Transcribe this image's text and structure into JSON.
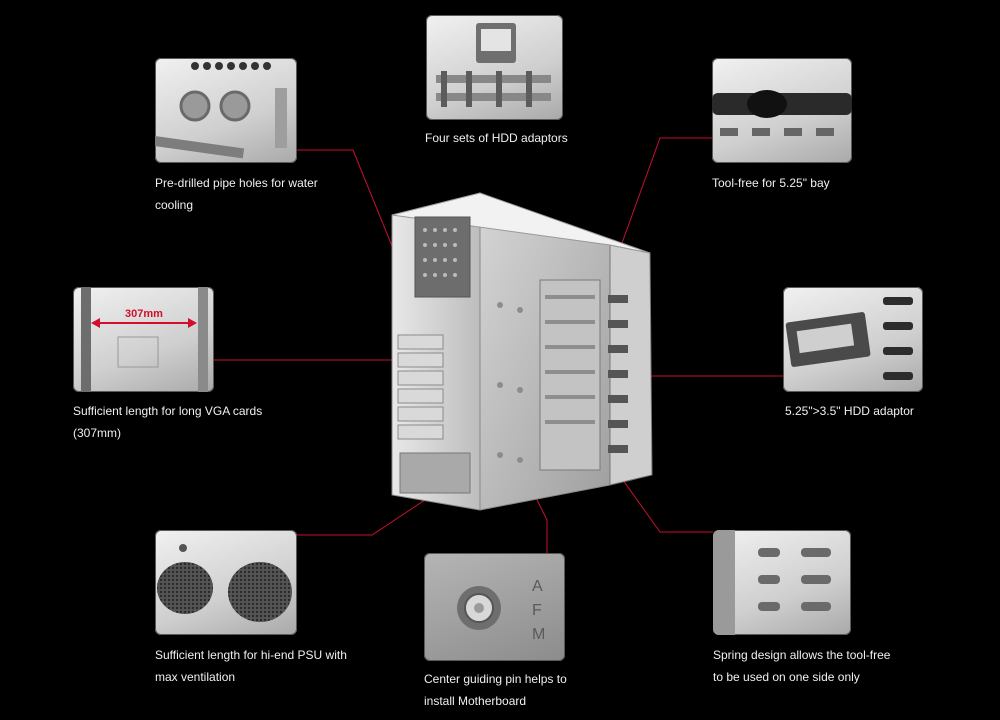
{
  "features": [
    {
      "id": "hdd-adaptors",
      "lines": [
        "Four sets of HDD adaptors"
      ]
    },
    {
      "id": "pipe-holes",
      "lines": [
        "Pre-drilled pipe holes for water",
        "cooling"
      ]
    },
    {
      "id": "tool-free-bay",
      "lines": [
        "Tool-free for 5.25\" bay"
      ]
    },
    {
      "id": "vga-length",
      "lines": [
        "Sufficient length for long VGA cards",
        "(307mm)"
      ],
      "measure_label": "307mm"
    },
    {
      "id": "hdd-525-adaptor",
      "lines": [
        "5.25\">3.5\" HDD adaptor"
      ]
    },
    {
      "id": "psu-length",
      "lines": [
        "Sufficient length for hi-end PSU with",
        "max ventilation"
      ]
    },
    {
      "id": "guiding-pin",
      "lines": [
        "Center guiding pin helps to",
        "install Motherboard"
      ],
      "stamp_letters": [
        "A",
        "F",
        "M"
      ]
    },
    {
      "id": "spring-design",
      "lines": [
        "Spring design allows the tool-free",
        "to be used on one side only"
      ]
    }
  ],
  "colors": {
    "background": "#000000",
    "leader_line": "#c8102e",
    "caption_text": "#f0f0f0",
    "measure_arrow": "#d0102a"
  }
}
